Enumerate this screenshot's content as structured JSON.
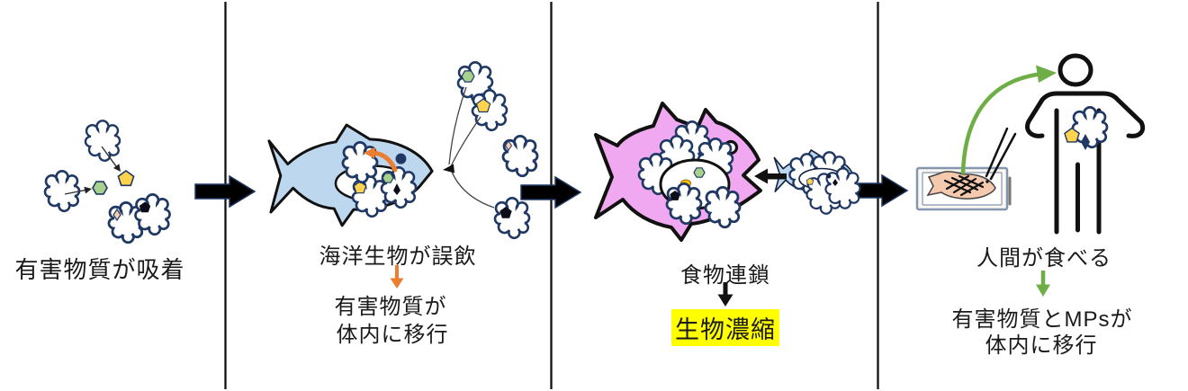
{
  "panels": [
    {
      "caption": "有害物質が吸着"
    },
    {
      "caption": "海洋生物が誤飲",
      "result_line1": "有害物質が",
      "result_line2": "体内に移行"
    },
    {
      "caption": "食物連鎖",
      "result_highlight": "生物濃縮"
    },
    {
      "caption": "人間が食べる",
      "result_line1": "有害物質とMPsが",
      "result_line2": "体内に移行"
    }
  ],
  "colors": {
    "accent_orange": "#ED7D31",
    "accent_green": "#6FAE47",
    "highlight_yellow": "#FFFF00",
    "fish_blue": "#BDD7EE",
    "fish_pink": "#F0A9F0",
    "grilled_fish_salmon": "#F5C9AE",
    "cloud_outline_navy": "#1F3864",
    "particle_yellow": "#FFD34D",
    "particle_green": "#A9D18E",
    "particle_pink": "#F8CBAD",
    "particle_black": "#0D0D1A"
  }
}
